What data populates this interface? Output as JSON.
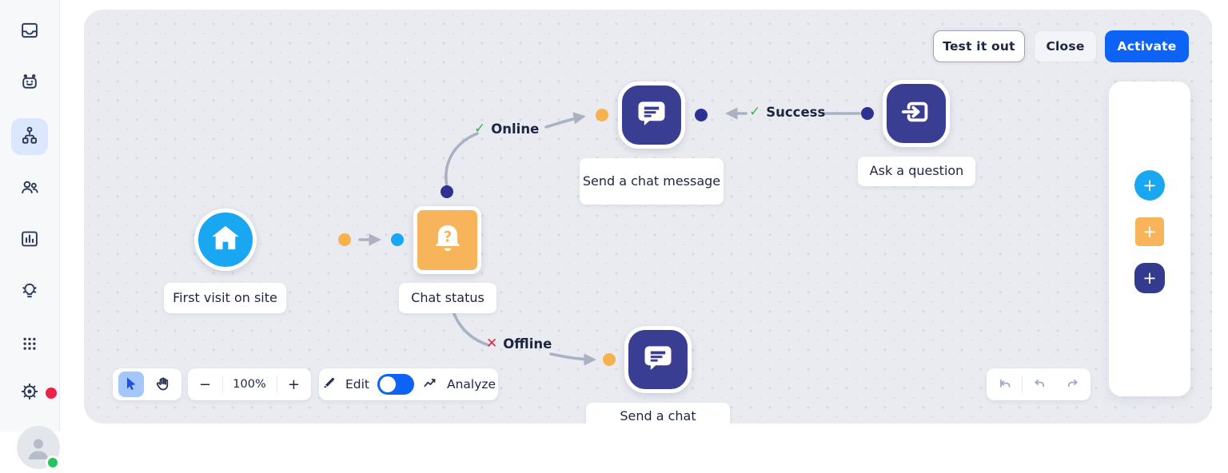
{
  "colors": {
    "accent_blue": "#0d63f5",
    "trigger_blue": "#19a7f2",
    "condition_orange": "#f8b45a",
    "action_indigo": "#3a3e92",
    "port_indigo": "#2c3192",
    "port_orange": "#f8b14f",
    "port_blue": "#18a8f3",
    "connector_gray": "#a9b1c2",
    "success_green": "#35b452",
    "error_red": "#e8283c",
    "canvas_bg": "#e9ebf1"
  },
  "header": {
    "test_label": "Test it out",
    "close_label": "Close",
    "activate_label": "Activate"
  },
  "sidebar": {
    "items": [
      {
        "name": "inbox",
        "active": false
      },
      {
        "name": "chatbot",
        "active": false
      },
      {
        "name": "flows",
        "active": true
      },
      {
        "name": "contacts",
        "active": false
      },
      {
        "name": "analytics",
        "active": false
      },
      {
        "name": "ideas",
        "active": false
      },
      {
        "name": "apps",
        "active": false
      },
      {
        "name": "settings",
        "active": false,
        "badge": true
      }
    ],
    "user_status": "online"
  },
  "canvas": {
    "nodes": [
      {
        "label": "First visit on site",
        "type": "trigger"
      },
      {
        "label": "Chat status",
        "type": "condition"
      },
      {
        "label": "Send a chat message",
        "type": "action"
      },
      {
        "label": "Ask a question",
        "type": "action"
      },
      {
        "label": "Send a chat",
        "type": "action"
      }
    ],
    "edge_labels": [
      {
        "glyph": "✓",
        "label": "Online"
      },
      {
        "glyph": "✓",
        "label": "Success"
      },
      {
        "glyph": "✕",
        "label": "Offline"
      }
    ]
  },
  "toolbar": {
    "minus_glyph": "−",
    "zoom_value": "100%",
    "plus_glyph": "+",
    "edit_label": "Edit",
    "analyze_label": "Analyze",
    "edit_mode_on": true
  },
  "add_panel": {
    "plus_glyph": "+"
  }
}
